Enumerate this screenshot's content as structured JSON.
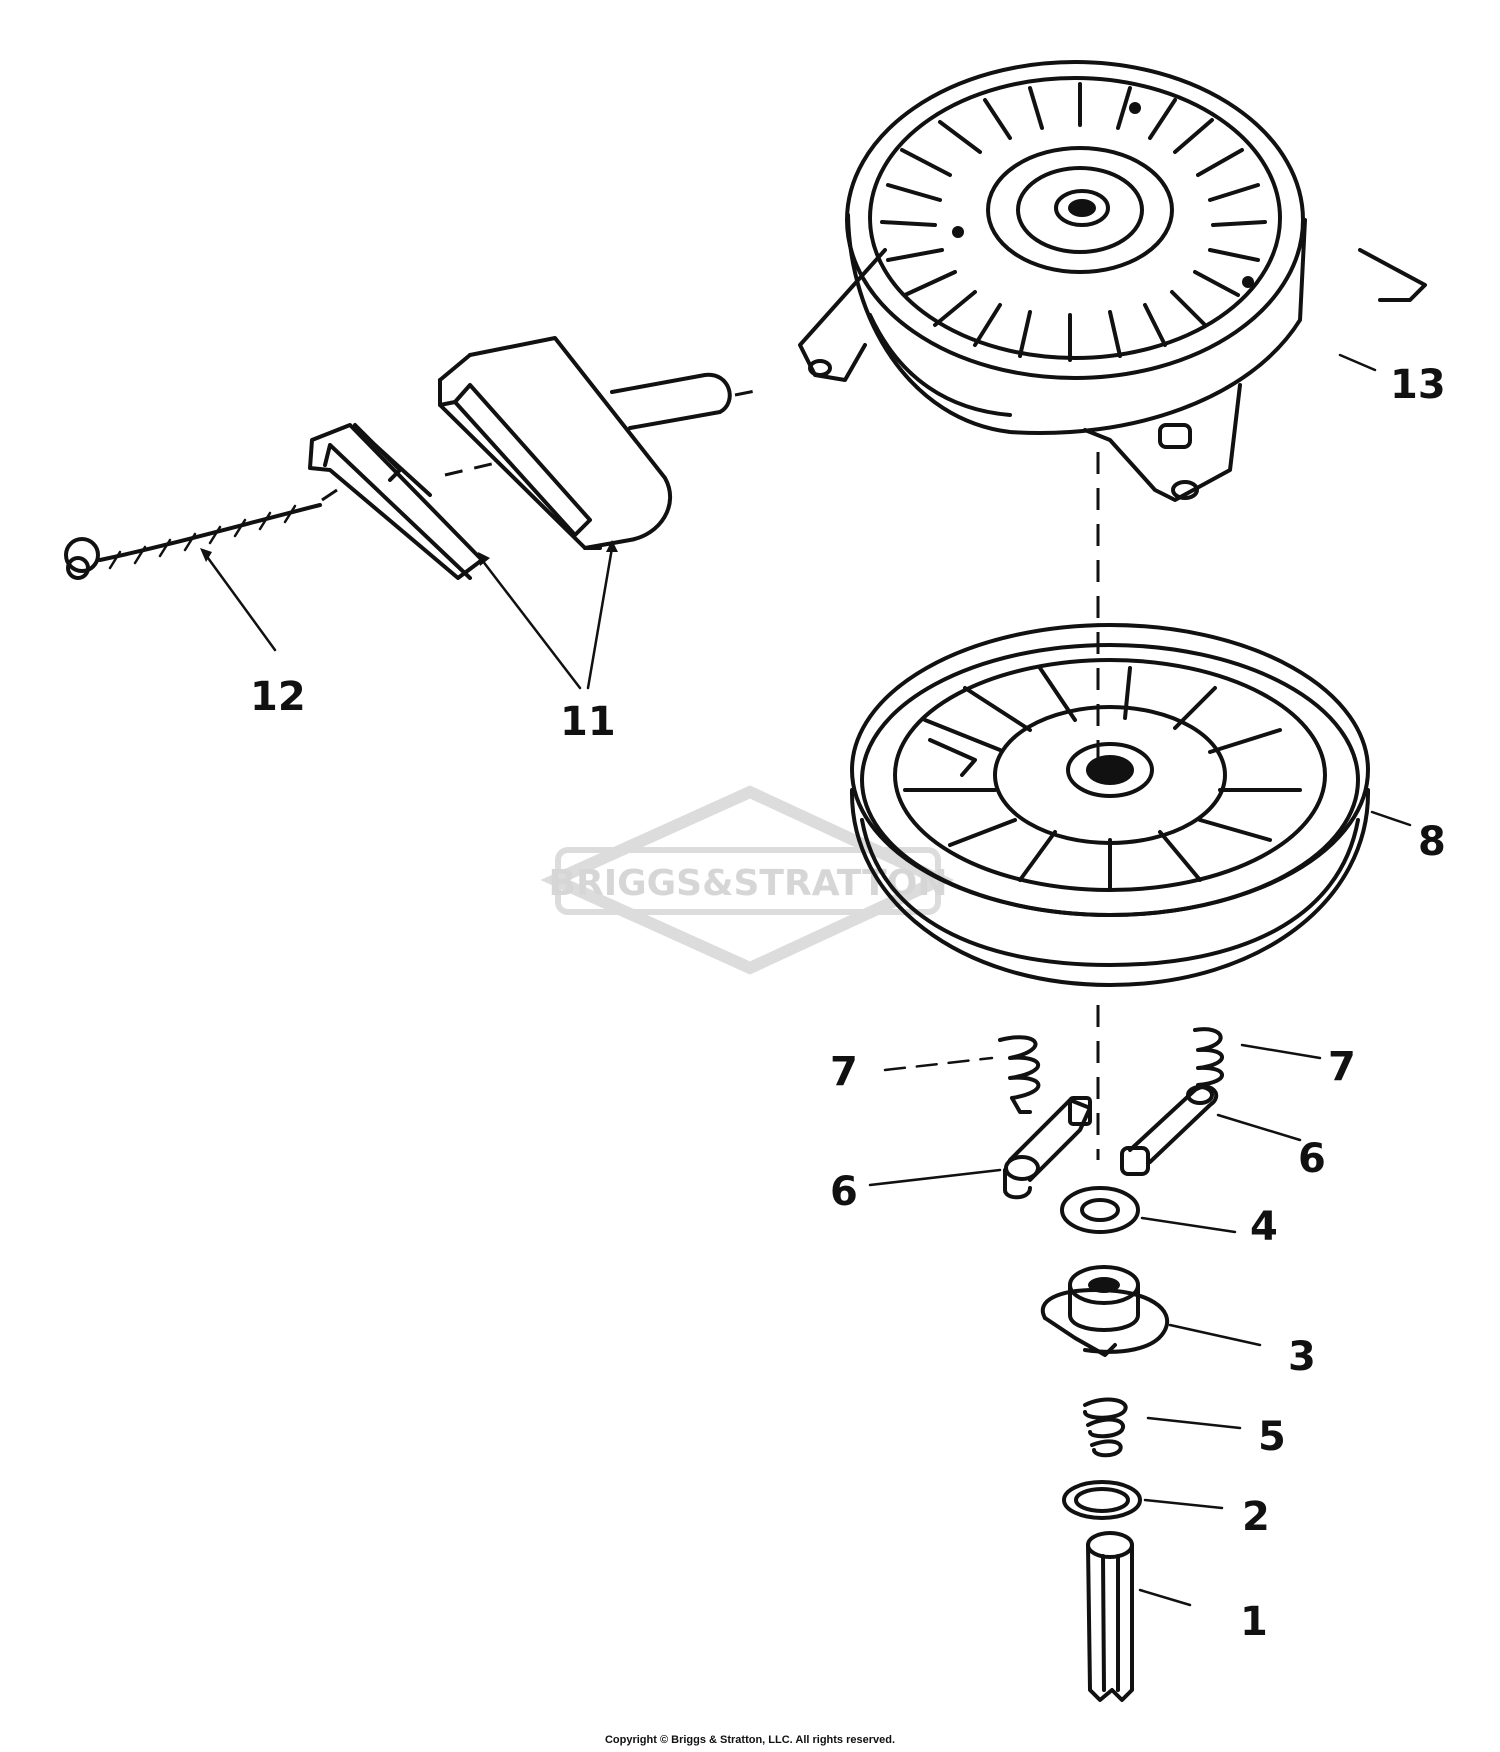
{
  "callouts": [
    {
      "id": "c1",
      "text": "1"
    },
    {
      "id": "c2",
      "text": "2"
    },
    {
      "id": "c3",
      "text": "3"
    },
    {
      "id": "c4",
      "text": "4"
    },
    {
      "id": "c5",
      "text": "5"
    },
    {
      "id": "c6a",
      "text": "6"
    },
    {
      "id": "c6b",
      "text": "6"
    },
    {
      "id": "c7a",
      "text": "7"
    },
    {
      "id": "c7b",
      "text": "7"
    },
    {
      "id": "c8",
      "text": "8"
    },
    {
      "id": "c11",
      "text": "11"
    },
    {
      "id": "c12",
      "text": "12"
    },
    {
      "id": "c13",
      "text": "13"
    }
  ],
  "watermark": {
    "text": "BRIGGS&STRATTON"
  },
  "copyright": "Copyright © Briggs & Stratton, LLC. All rights reserved.",
  "colors": {
    "ink": "#111111",
    "watermark": "#d9d9d9",
    "background": "#ffffff"
  }
}
